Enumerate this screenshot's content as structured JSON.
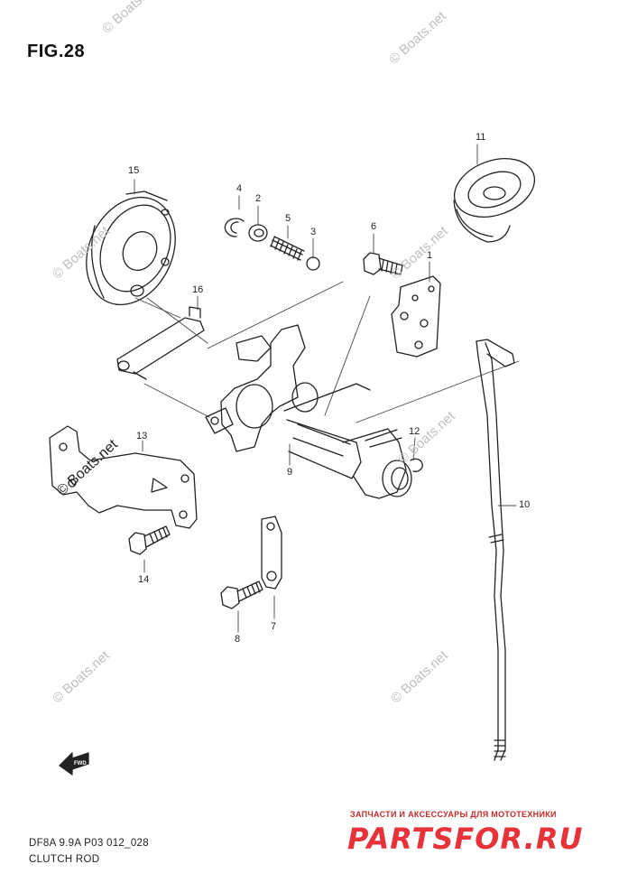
{
  "figure_title": "FIG.28",
  "footer": {
    "model_code": "DF8A 9.9A P03 012_028",
    "section_name": "CLUTCH ROD"
  },
  "watermark_text": "© Boats.net",
  "fwd_label": "FWD",
  "brand": {
    "tagline": "ЗАПЧАСТИ И АКСЕССУАРЫ ДЛЯ МОТОТЕХНИКИ",
    "name": "PARTSFOR.RU",
    "color": "#e8323a"
  },
  "callouts": [
    "1",
    "2",
    "3",
    "4",
    "5",
    "6",
    "7",
    "8",
    "9",
    "10",
    "11",
    "12",
    "13",
    "14",
    "15",
    "16"
  ]
}
